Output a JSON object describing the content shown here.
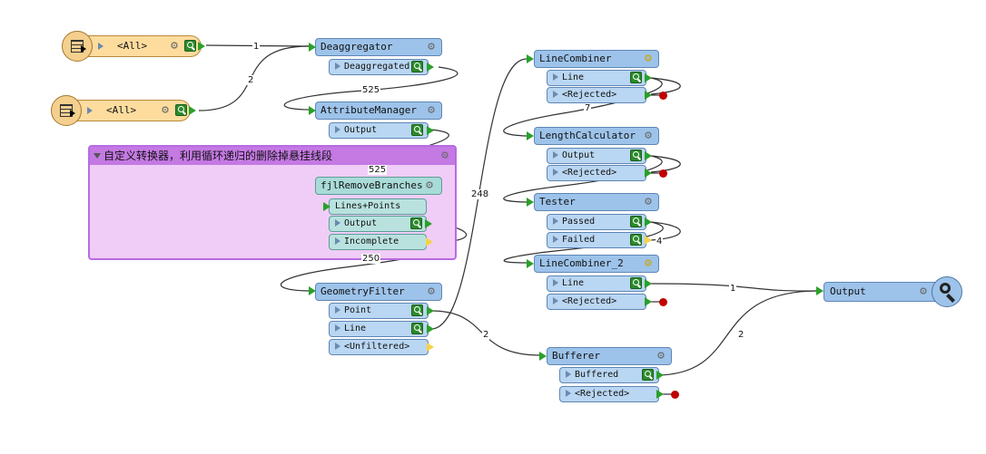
{
  "bookmark": {
    "title": "自定义转换器，利用循环递归的删除掉悬挂线段"
  },
  "readers": [
    {
      "label": "<All>"
    },
    {
      "label": "<All>"
    }
  ],
  "transformers": {
    "deaggregator": {
      "name": "Deaggregator",
      "ports": [
        "Deaggregated"
      ]
    },
    "attribute_manager": {
      "name": "AttributeManager",
      "ports": [
        "Output"
      ]
    },
    "fjl_remove_branches": {
      "name": "fjlRemoveBranches",
      "input": "Lines+Points",
      "ports": [
        "Output",
        "Incomplete"
      ]
    },
    "geometry_filter": {
      "name": "GeometryFilter",
      "ports": [
        "Point",
        "Line",
        "<Unfiltered>"
      ]
    },
    "line_combiner": {
      "name": "LineCombiner",
      "ports": [
        "Line",
        "<Rejected>"
      ]
    },
    "length_calculator": {
      "name": "LengthCalculator",
      "ports": [
        "Output",
        "<Rejected>"
      ]
    },
    "tester": {
      "name": "Tester",
      "ports": [
        "Passed",
        "Failed"
      ]
    },
    "line_combiner_2": {
      "name": "LineCombiner_2",
      "ports": [
        "Line",
        "<Rejected>"
      ]
    },
    "bufferer": {
      "name": "Bufferer",
      "ports": [
        "Buffered",
        "<Rejected>"
      ]
    }
  },
  "writer": {
    "label": "Output"
  },
  "connection_counts": {
    "reader1_to_deaggregator": "1",
    "reader2_to_deaggregator": "2",
    "deaggregated_to_attribute_manager": "525",
    "attribute_manager_to_fjl": "525",
    "incomplete_to_geometry_filter": "250",
    "line_to_line_combiner": "248",
    "linecombiner_to_lengthcalc": "7",
    "failed_count": "4",
    "point_to_bufferer": "2",
    "linecombiner2_to_output": "1",
    "bufferer_to_output": "2"
  },
  "colors": {
    "transformer_fill": "#9dc3ea",
    "custom_transformer_fill": "#a9dbd8",
    "reader_fill": "#fedc9e",
    "bookmark_fill": "#f0cdf6",
    "bookmark_header": "#c479e3",
    "rejected_dot": "#c00000",
    "port_arrow": "#2aa02a"
  }
}
